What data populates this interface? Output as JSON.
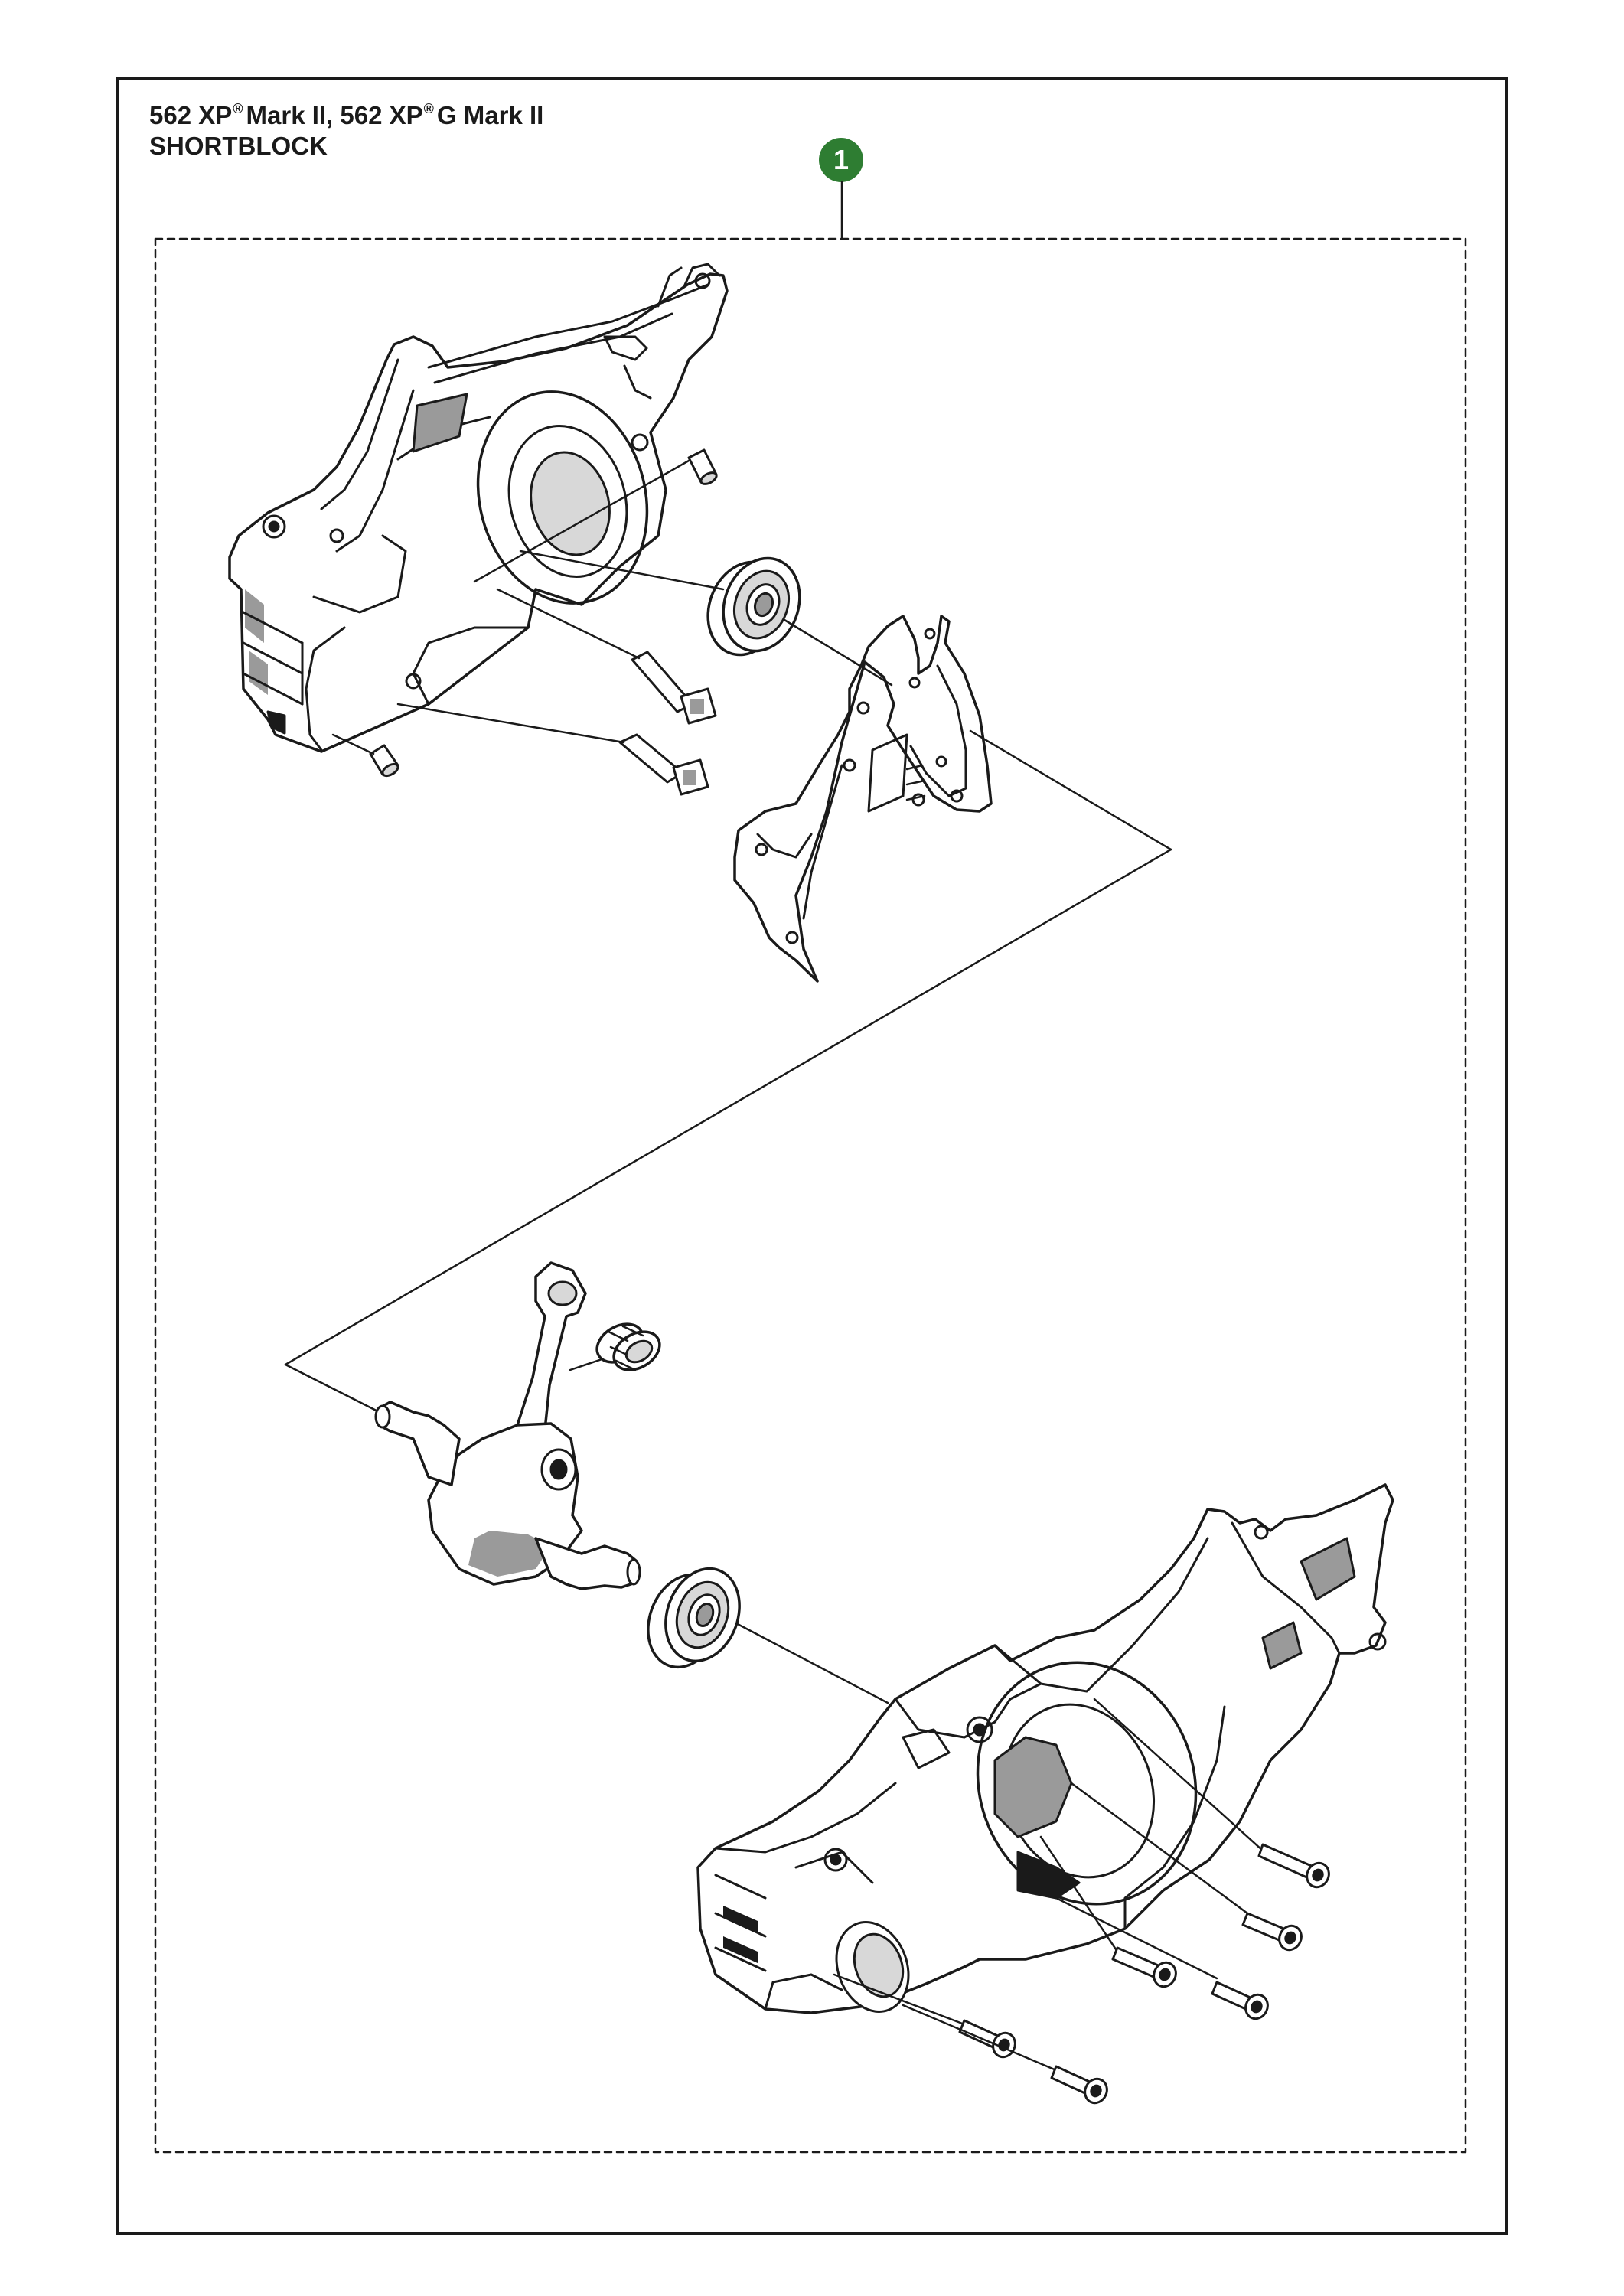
{
  "header": {
    "model_a": "562 XP",
    "reg_a": "®",
    "model_a_suffix": "Mark II, 562 XP",
    "reg_b": "®",
    "model_b_suffix": "G Mark II",
    "section": "SHORTBLOCK"
  },
  "callout": {
    "number": "1",
    "color": "#2e7d32"
  },
  "colors": {
    "line": "#1a1a1a",
    "shade": "#9a9a9a",
    "light": "#d8d8d8"
  }
}
